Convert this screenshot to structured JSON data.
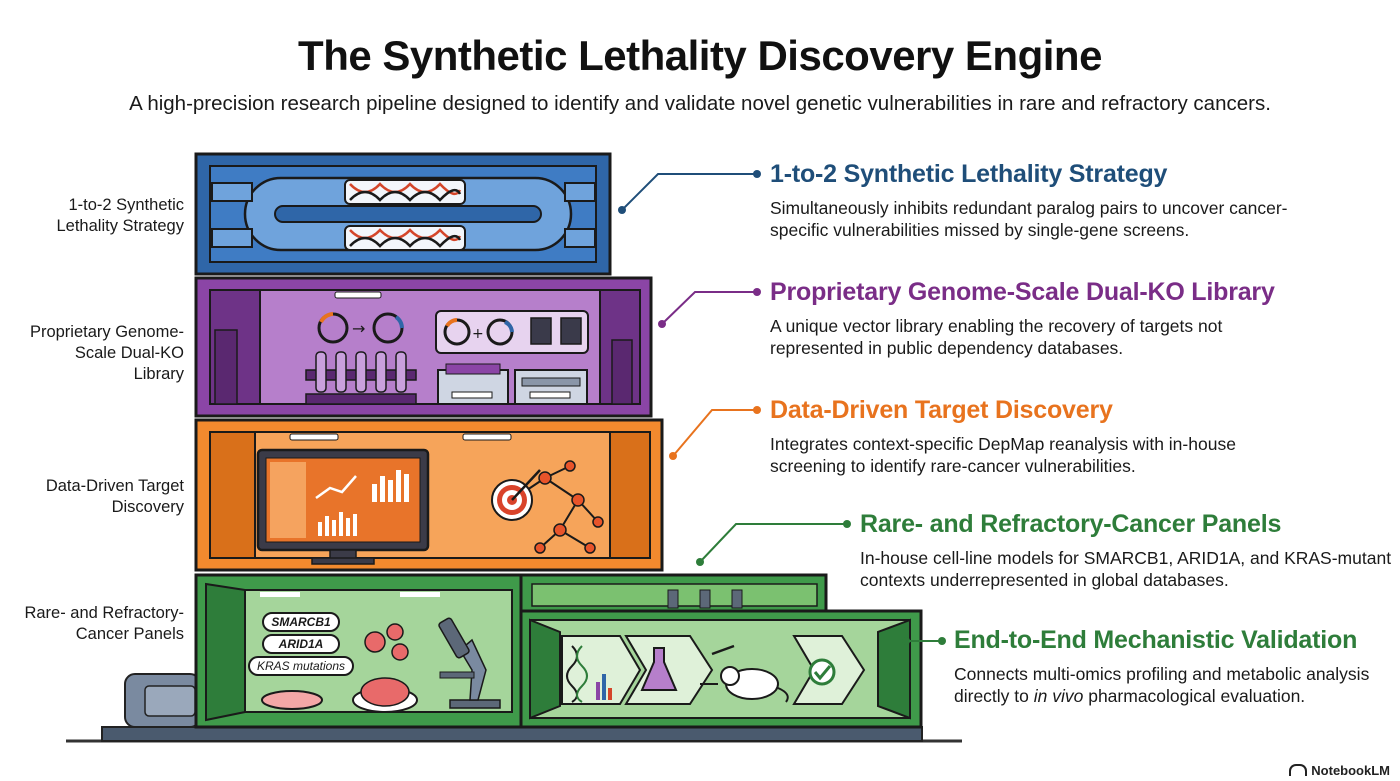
{
  "header": {
    "title": "The Synthetic Lethality Discovery Engine",
    "subtitle": "A high-precision research pipeline designed to identify and validate novel genetic vulnerabilities in rare and refractory cancers."
  },
  "side_labels": {
    "level1": "1-to-2 Synthetic Lethality Strategy",
    "level2": "Proprietary Genome-Scale Dual-KO Library",
    "level3": "Data-Driven Target Discovery",
    "level4": "Rare- and Refractory-Cancer Panels"
  },
  "callouts": [
    {
      "title": "1-to-2 Synthetic Lethality Strategy",
      "text": "Simultaneously inhibits redundant paralog pairs to uncover cancer-specific vulnerabilities missed by single-gene screens."
    },
    {
      "title": "Proprietary Genome-Scale Dual-KO Library",
      "text": "A unique vector library enabling the recovery of targets not represented in public dependency databases."
    },
    {
      "title": "Data-Driven Target Discovery",
      "text": "Integrates context-specific DepMap reanalysis with in-house screening to identify rare-cancer vulnerabilities."
    },
    {
      "title": "Rare- and Refractory-Cancer Panels",
      "text": "In-house cell-line models for SMARCB1, ARID1A, and KRAS-mutant contexts underrepresented in global databases."
    },
    {
      "title": "End-to-End Mechanistic Validation",
      "text_before": "Connects multi-omics profiling and metabolic analysis directly to ",
      "text_italic": "in vivo",
      "text_after": " pharmacological evaluation."
    }
  ],
  "panel_tags": {
    "tag1": "SMARCB1",
    "tag2": "ARID1A",
    "tag3": "KRAS mutations"
  },
  "colors": {
    "level1": "#2f66a8",
    "level2": "#8b45a6",
    "level3": "#f28a2e",
    "level4": "#3f9a4a"
  },
  "brand": "NotebookLM"
}
